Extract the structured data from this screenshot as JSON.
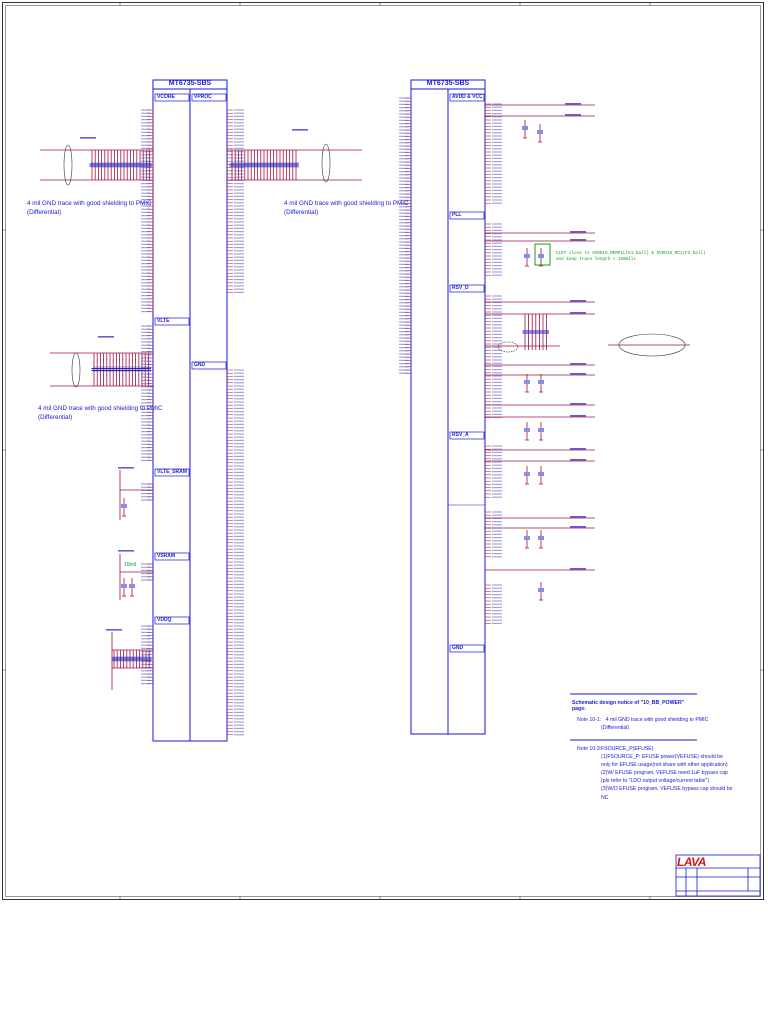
{
  "chips": [
    {
      "title": "MT6735-SBS"
    },
    {
      "title": "MT6735-SBS"
    }
  ],
  "left_chip_sections": [
    "VCORE",
    "VPROC",
    "VLTE",
    "GND",
    "VLTE_SRAM",
    "VSRAM",
    "VDDQ"
  ],
  "right_chip_sections": [
    "AVDD & VCC_",
    "PLL",
    "RSV_D",
    "RSV_A",
    "GND"
  ],
  "notes_trace": [
    {
      "line1": "4 mil GND trace with good shielding to PMIC",
      "line2": "(Differential)"
    },
    {
      "line1": "4 mil GND trace with good shielding to PMIC",
      "line2": "(Differential)"
    },
    {
      "line1": "4 mil GND trace with good shielding to PMIC",
      "line2": "(Differential)"
    }
  ],
  "green_note": {
    "line1": "CLKT close to AVDD18_MEMPLL(K1 ball) & DVDD18_MC1(F3 ball)",
    "line2": "and keep trace length < 150mils"
  },
  "small_label": "10mil",
  "design_notice": {
    "title": "Schematic design notice of \"10_BB_POWER\"",
    "subtitle": "page:",
    "note1_label": "Note 10-1:",
    "note1_line1": "4 mil GND trace with good shielding to PMIC",
    "note1_line2": "(Differential)",
    "note3_label": "Note 10-3:",
    "note3_lines": [
      "FSOURCE_P(EFUSE)",
      "(1)FSOURCE_P: EFUSE power(VEFUSE) should be",
      "only for EFUSE usage(not share with other application)",
      "(2)W/ EFUSE program, VEFUSE need 1uF bypass cap",
      "(pls refer to \"LDO output voltage/current table\")",
      "(3)W/O EFUSE program, VEFUSE bypass cap should be",
      "NC"
    ]
  },
  "title_block": {
    "logo": "LAVA",
    "colors": {
      "logo": "#d01818",
      "line": "#1a1ad0",
      "wire": "#a01040",
      "net": "#1a1ad0",
      "note": "#10a010"
    }
  }
}
